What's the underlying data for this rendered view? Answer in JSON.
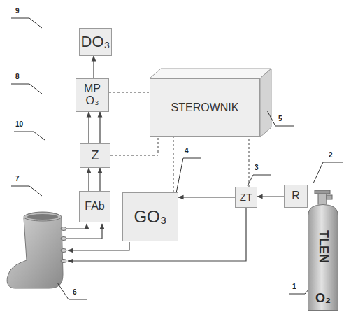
{
  "diagram": {
    "nodes": [
      {
        "text": [
          "DO₃"
        ]
      },
      {
        "text": [
          "MP O₃"
        ]
      },
      {
        "text": [
          "STEROWNIK"
        ]
      },
      {
        "text": [
          "Z"
        ]
      },
      {
        "text": [
          "FAb"
        ]
      },
      {
        "text": [
          "GO₃"
        ]
      },
      {
        "text": [
          "ZT"
        ]
      },
      {
        "text": [
          "R"
        ]
      },
      {
        "text": [
          "TLEN",
          "O₂"
        ]
      }
    ],
    "edges": [
      {
        "from": 1,
        "to": 0,
        "arrow": "to"
      },
      {
        "from": 3,
        "to": 1,
        "arrow": "to"
      },
      {
        "from": 3,
        "to": 1,
        "arrow": "to"
      },
      {
        "from": 4,
        "to": 3,
        "arrow": "to"
      },
      {
        "from": 4,
        "to": 3,
        "arrow": "to"
      },
      {
        "from": 6,
        "to": 5,
        "arrow": "to"
      },
      {
        "from": 7,
        "to": 6,
        "arrow": "to"
      },
      {
        "from": 1,
        "to": 2,
        "arrow": "none"
      },
      {
        "from": 3,
        "to": 2,
        "arrow": "none"
      },
      {
        "from": 5,
        "to": 2,
        "arrow": "none"
      },
      {
        "from": 6,
        "to": 2,
        "arrow": "none"
      }
    ],
    "labels": [
      "9",
      "8",
      "10",
      "7",
      "6",
      "5",
      "4",
      "3",
      "2",
      "1"
    ]
  }
}
